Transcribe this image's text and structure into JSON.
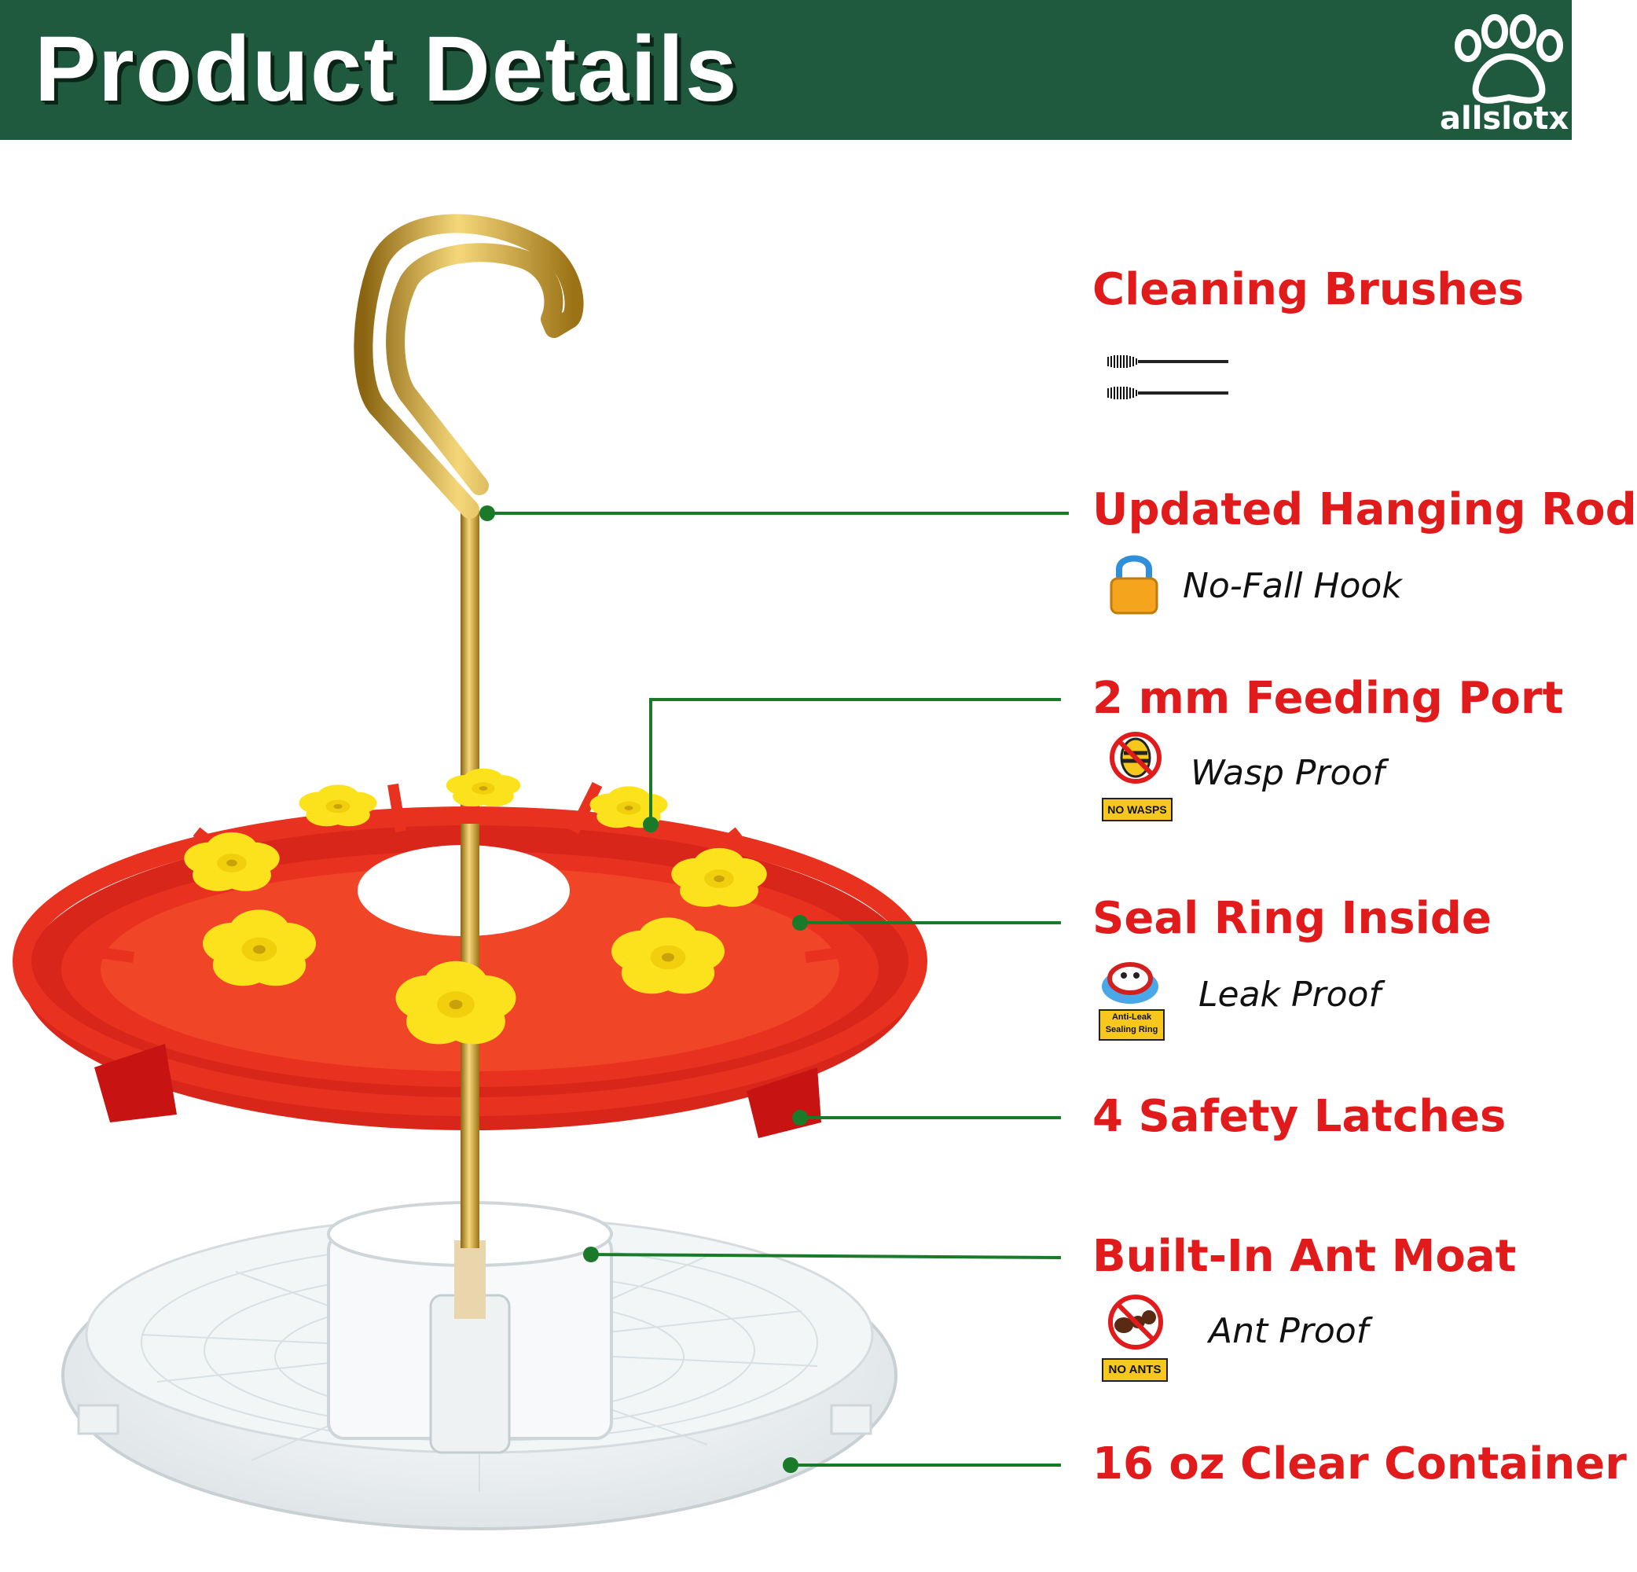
{
  "header": {
    "title": "Product Details",
    "brand": "allslotx®"
  },
  "colors": {
    "header_bg": "#1f5a3e",
    "label_red": "#e11b1b",
    "leader_green": "#1a7a2a",
    "feeder_red": "#e8321f",
    "flower_yellow": "#fbe21d",
    "rod_gold": "#c9a032"
  },
  "features": [
    {
      "label": "Cleaning Brushes",
      "icon": "cleaning-brushes-icon"
    },
    {
      "label": "Updated Hanging Rod",
      "sub": "No-Fall Hook",
      "icon": "padlock-icon"
    },
    {
      "label": "2 mm Feeding Port",
      "sub": "Wasp Proof",
      "icon": "no-wasp-icon",
      "badge": "NO WASPS"
    },
    {
      "label": "Seal Ring Inside",
      "sub": "Leak Proof",
      "icon": "anti-leak-icon",
      "badge": "Anti-Leak Sealing Ring"
    },
    {
      "label": "4 Safety Latches"
    },
    {
      "label": "Built-In Ant Moat",
      "sub": "Ant Proof",
      "icon": "no-ant-icon",
      "badge": "NO ANTS"
    },
    {
      "label": "16 oz Clear Container"
    }
  ]
}
